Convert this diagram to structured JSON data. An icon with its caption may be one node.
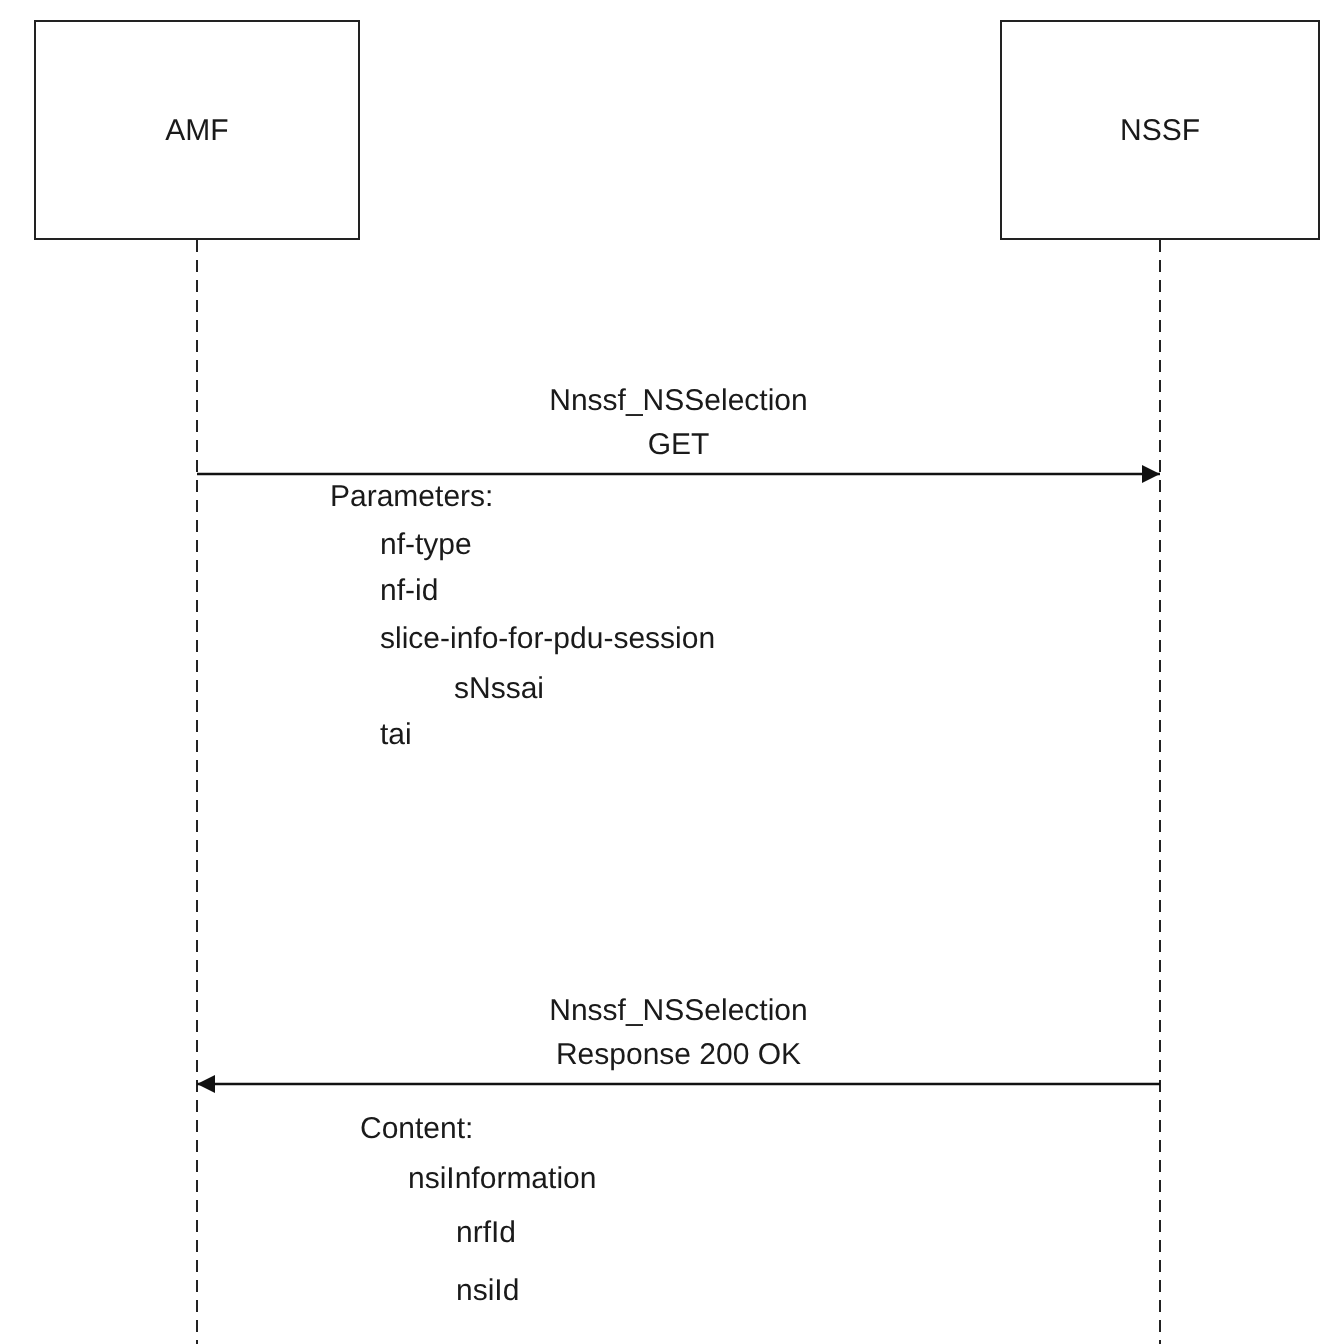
{
  "diagram": {
    "nodes": [
      {
        "text": [
          "AMF"
        ]
      },
      {
        "text": [
          "NSSF"
        ]
      }
    ],
    "edges": [
      {
        "from": 0,
        "to": 1,
        "arrow": "to",
        "label": "Nnssf_NSSelection GET"
      },
      {
        "from": 1,
        "to": 0,
        "arrow": "to",
        "label": "Nnssf_NSSelection Response 200 OK"
      }
    ],
    "labels": [
      "Parameters:",
      "nf-type",
      "nf-id",
      "slice-info-for-pdu-session",
      "sNssai",
      "tai",
      "Content:",
      "nsiInformation",
      "nrfId",
      "nsiId"
    ]
  }
}
